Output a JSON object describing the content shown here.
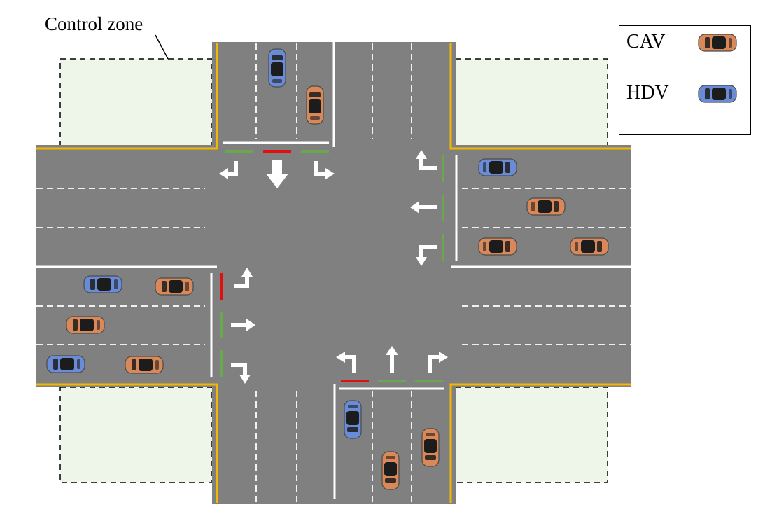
{
  "control_zone": {
    "label": "Control zone"
  },
  "legend": {
    "items": [
      {
        "label": "CAV",
        "color": "#d9885a"
      },
      {
        "label": "HDV",
        "color": "#6a8bd6"
      }
    ]
  },
  "signals": {
    "north_approach": [
      "green",
      "red",
      "green"
    ],
    "east_approach": [
      "green",
      "green",
      "green"
    ],
    "south_approach": [
      "red",
      "green",
      "green"
    ],
    "west_approach": [
      "red",
      "green",
      "green"
    ]
  },
  "colors": {
    "road": "#808080",
    "zone_fill": "#eef5e9",
    "center_line": "#f2b800",
    "signal_green": "#6aa84f",
    "signal_red": "#e01010",
    "cav": "#d9885a",
    "hdv": "#6a8bd6"
  }
}
